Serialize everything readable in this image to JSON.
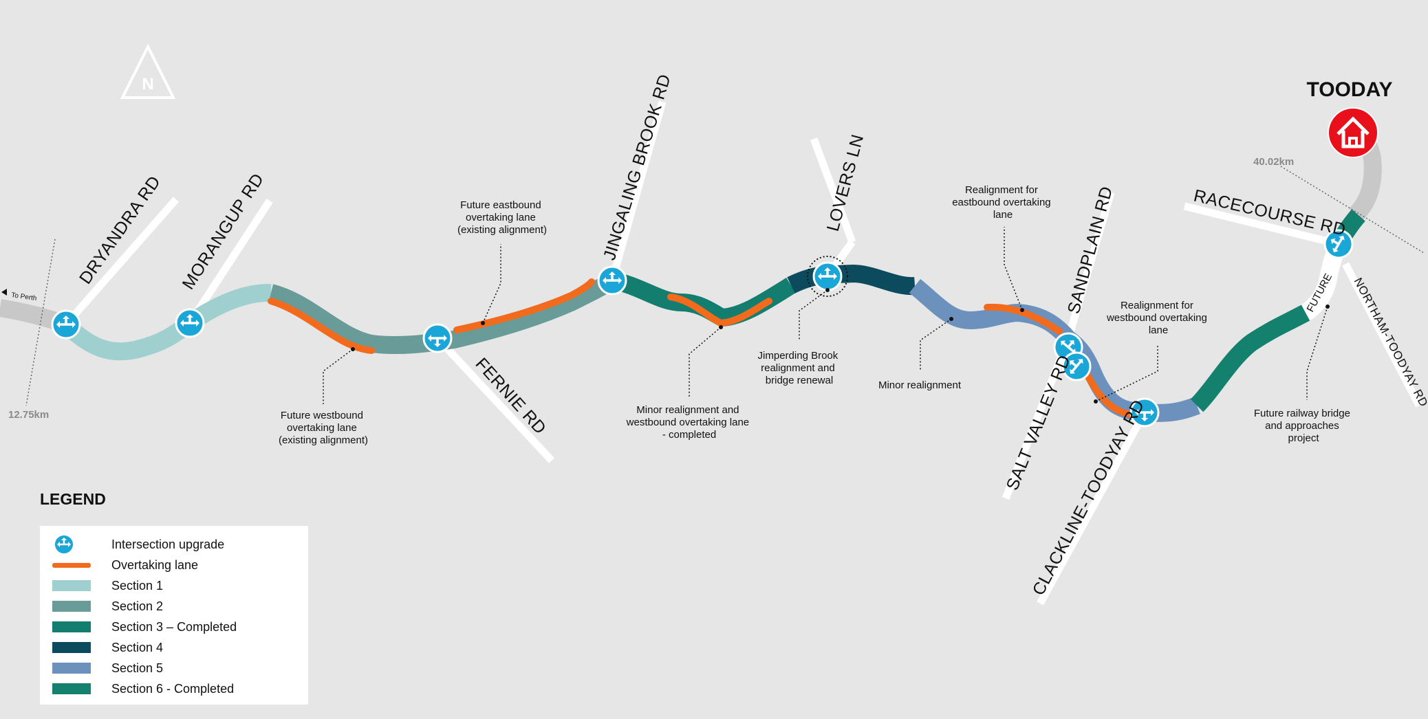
{
  "north_label": "N",
  "to_perth": "To Perth",
  "km_start": "12.75km",
  "km_end": "40.02km",
  "town": "TOODAY",
  "roads": {
    "dryandra": "DRYANDRA RD",
    "morangup": "MORANGUP RD",
    "fernie": "FERNIE RD",
    "jingaling": "JINGALING BROOK RD",
    "lovers": "LOVERS LN",
    "sandplain": "SANDPLAIN RD",
    "salt_valley": "SALT VALLEY RD",
    "clackline": "CLACKLINE-TOODYAY RD",
    "racecourse": "RACECOURSE RD",
    "northam": "NORTHAM-TOODYAY RD",
    "future": "FUTURE"
  },
  "annotations": {
    "future_westbound": [
      "Future westbound",
      "overtaking lane",
      "(existing alignment)"
    ],
    "future_eastbound": [
      "Future eastbound",
      "overtaking lane",
      "(existing alignment)"
    ],
    "minor_realign_wb": [
      "Minor realignment and",
      "westbound overtaking lane",
      "- completed"
    ],
    "jimperding": [
      "Jimperding Brook",
      "realignment and",
      "bridge renewal"
    ],
    "minor_realign": [
      "Minor realignment"
    ],
    "realign_eb": [
      "Realignment for",
      "eastbound overtaking",
      "lane"
    ],
    "realign_wb": [
      "Realignment for",
      "westbound overtaking",
      "lane"
    ],
    "railway": [
      "Future railway bridge",
      "and approaches",
      "project"
    ]
  },
  "colors": {
    "background": "#e6e6e6",
    "intersection": "#1ba6d8",
    "overtaking": "#f26b1d",
    "section1": "#9fd0cf",
    "section2": "#699b98",
    "section3": "#137e70",
    "section4": "#0c4b5e",
    "section5": "#6c91bd",
    "section6": "#14806e",
    "existing_road": "#c8c8c8",
    "town_marker": "#e8101a"
  },
  "legend": {
    "title": "LEGEND",
    "items": [
      {
        "label": "Intersection upgrade",
        "kind": "icon"
      },
      {
        "label": "Overtaking lane",
        "color": "#f26b1d",
        "kind": "line"
      },
      {
        "label": "Section 1",
        "color": "#9fd0cf",
        "kind": "swatch"
      },
      {
        "label": "Section 2",
        "color": "#699b98",
        "kind": "swatch"
      },
      {
        "label": "Section 3 – Completed",
        "color": "#137e70",
        "kind": "swatch"
      },
      {
        "label": "Section 4",
        "color": "#0c4b5e",
        "kind": "swatch"
      },
      {
        "label": "Section 5",
        "color": "#6c91bd",
        "kind": "swatch"
      },
      {
        "label": "Section 6 - Completed",
        "color": "#14806e",
        "kind": "swatch"
      }
    ]
  }
}
